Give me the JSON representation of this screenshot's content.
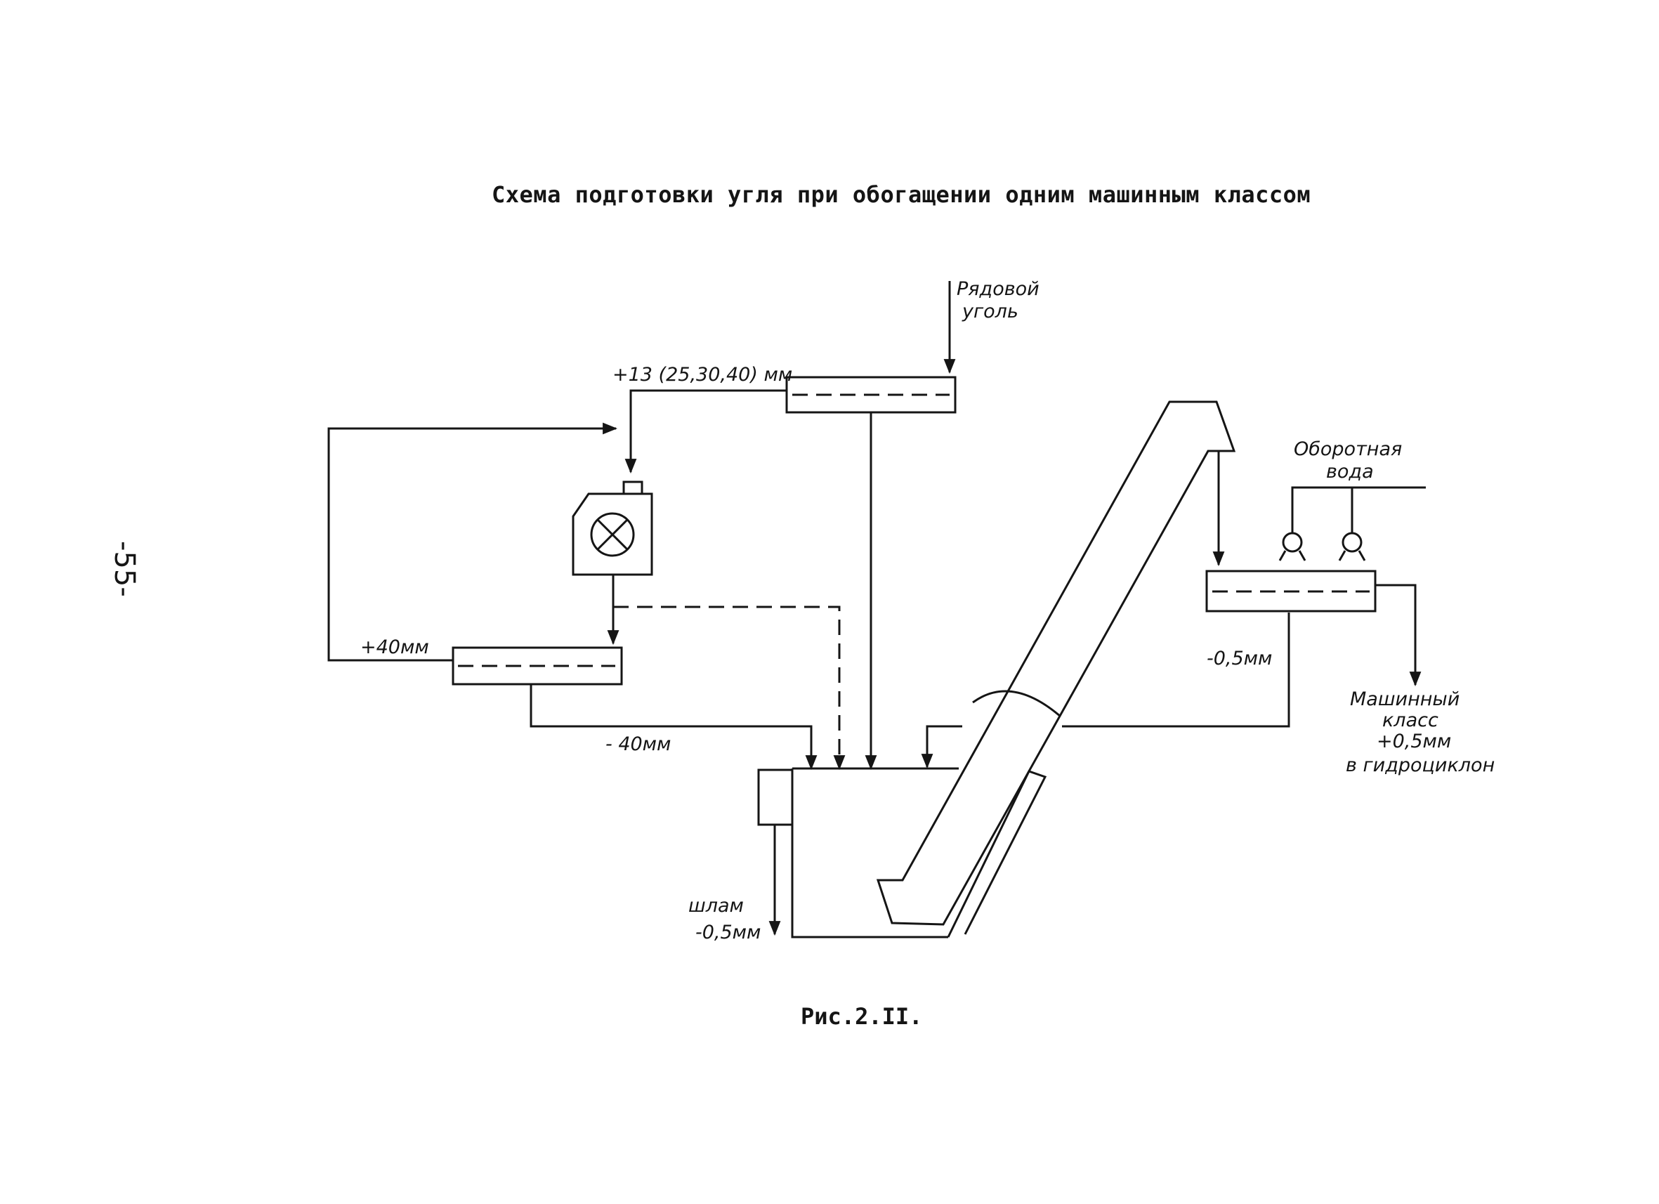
{
  "title": "Схема подготовки угля при обогащении одним машинным классом",
  "page_number": "-55-",
  "caption": "Рис.2.II.",
  "labels": {
    "raw_coal_line1": "Рядовой",
    "raw_coal_line2": "уголь",
    "coarse_fraction": "+13 (25,30,40) мм",
    "plus40": "+40мм",
    "minus40": "- 40мм",
    "sludge_line1": "шлам",
    "sludge_line2": "-0,5мм",
    "water_line1": "Оборотная",
    "water_line2": "вода",
    "minus05": "-0,5мм",
    "machine_line1": "Машинный",
    "machine_line2": "класс",
    "machine_line3": "+0,5мм",
    "machine_line4": "в гидроциклон"
  }
}
